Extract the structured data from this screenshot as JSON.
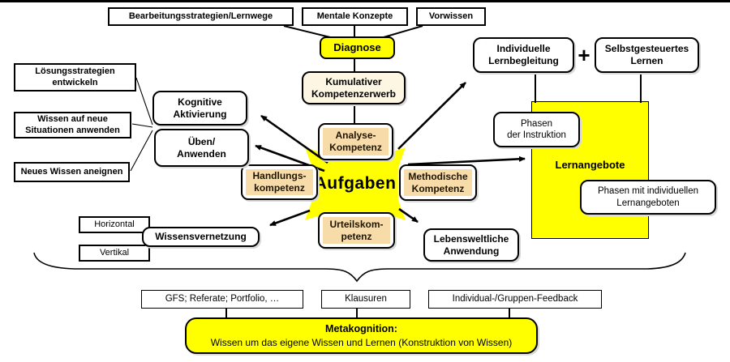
{
  "colors": {
    "highlight": "#ffff00",
    "cream": "#fcf6e2",
    "tan": "#f7dcaa"
  },
  "top": {
    "items": [
      "Bearbeitungsstrategien/Lernwege",
      "Mentale Konzepte",
      "Vorwissen"
    ]
  },
  "flow": {
    "diagnose": "Diagnose",
    "kumulativ": "Kumulativer\nKompetenzerwerb",
    "aufgaben": "Aufgaben"
  },
  "kompetenzen": {
    "analyse": "Analyse-\nKompetenz",
    "handlung": "Handlungs-\nkompetenz",
    "methodisch": "Methodische\nKompetenz",
    "urteil": "Urteilskom-\npetenz"
  },
  "left": {
    "inputs": [
      "Lösungsstrategien\nentwickeln",
      "Wissen auf neue\nSituationen anwenden",
      "Neues Wissen aneignen"
    ],
    "kognitiv": "Kognitive\nAktivierung",
    "ueben": "Üben/\nAnwenden"
  },
  "vernetzung": {
    "title": "Wissensvernetzung",
    "horizontal": "Horizontal",
    "vertikal": "Vertikal"
  },
  "anwendung": "Lebensweltliche\nAnwendung",
  "right": {
    "begleitung": "Individuelle\nLernbegleitung",
    "plus": "+",
    "selbst": "Selbstgesteuertes\nLernen",
    "lernangebote": "Lernangebote",
    "instruktion": "Phasen\nder Instruktion",
    "individuell": "Phasen mit individuellen\nLernangeboten"
  },
  "bottom": {
    "items": [
      "GFS; Referate; Portfolio, …",
      "Klausuren",
      "Individual-/Gruppen-Feedback"
    ],
    "meta_title": "Metakognition:",
    "meta_text": "Wissen um das eigene Wissen und Lernen (Konstruktion von Wissen)"
  }
}
